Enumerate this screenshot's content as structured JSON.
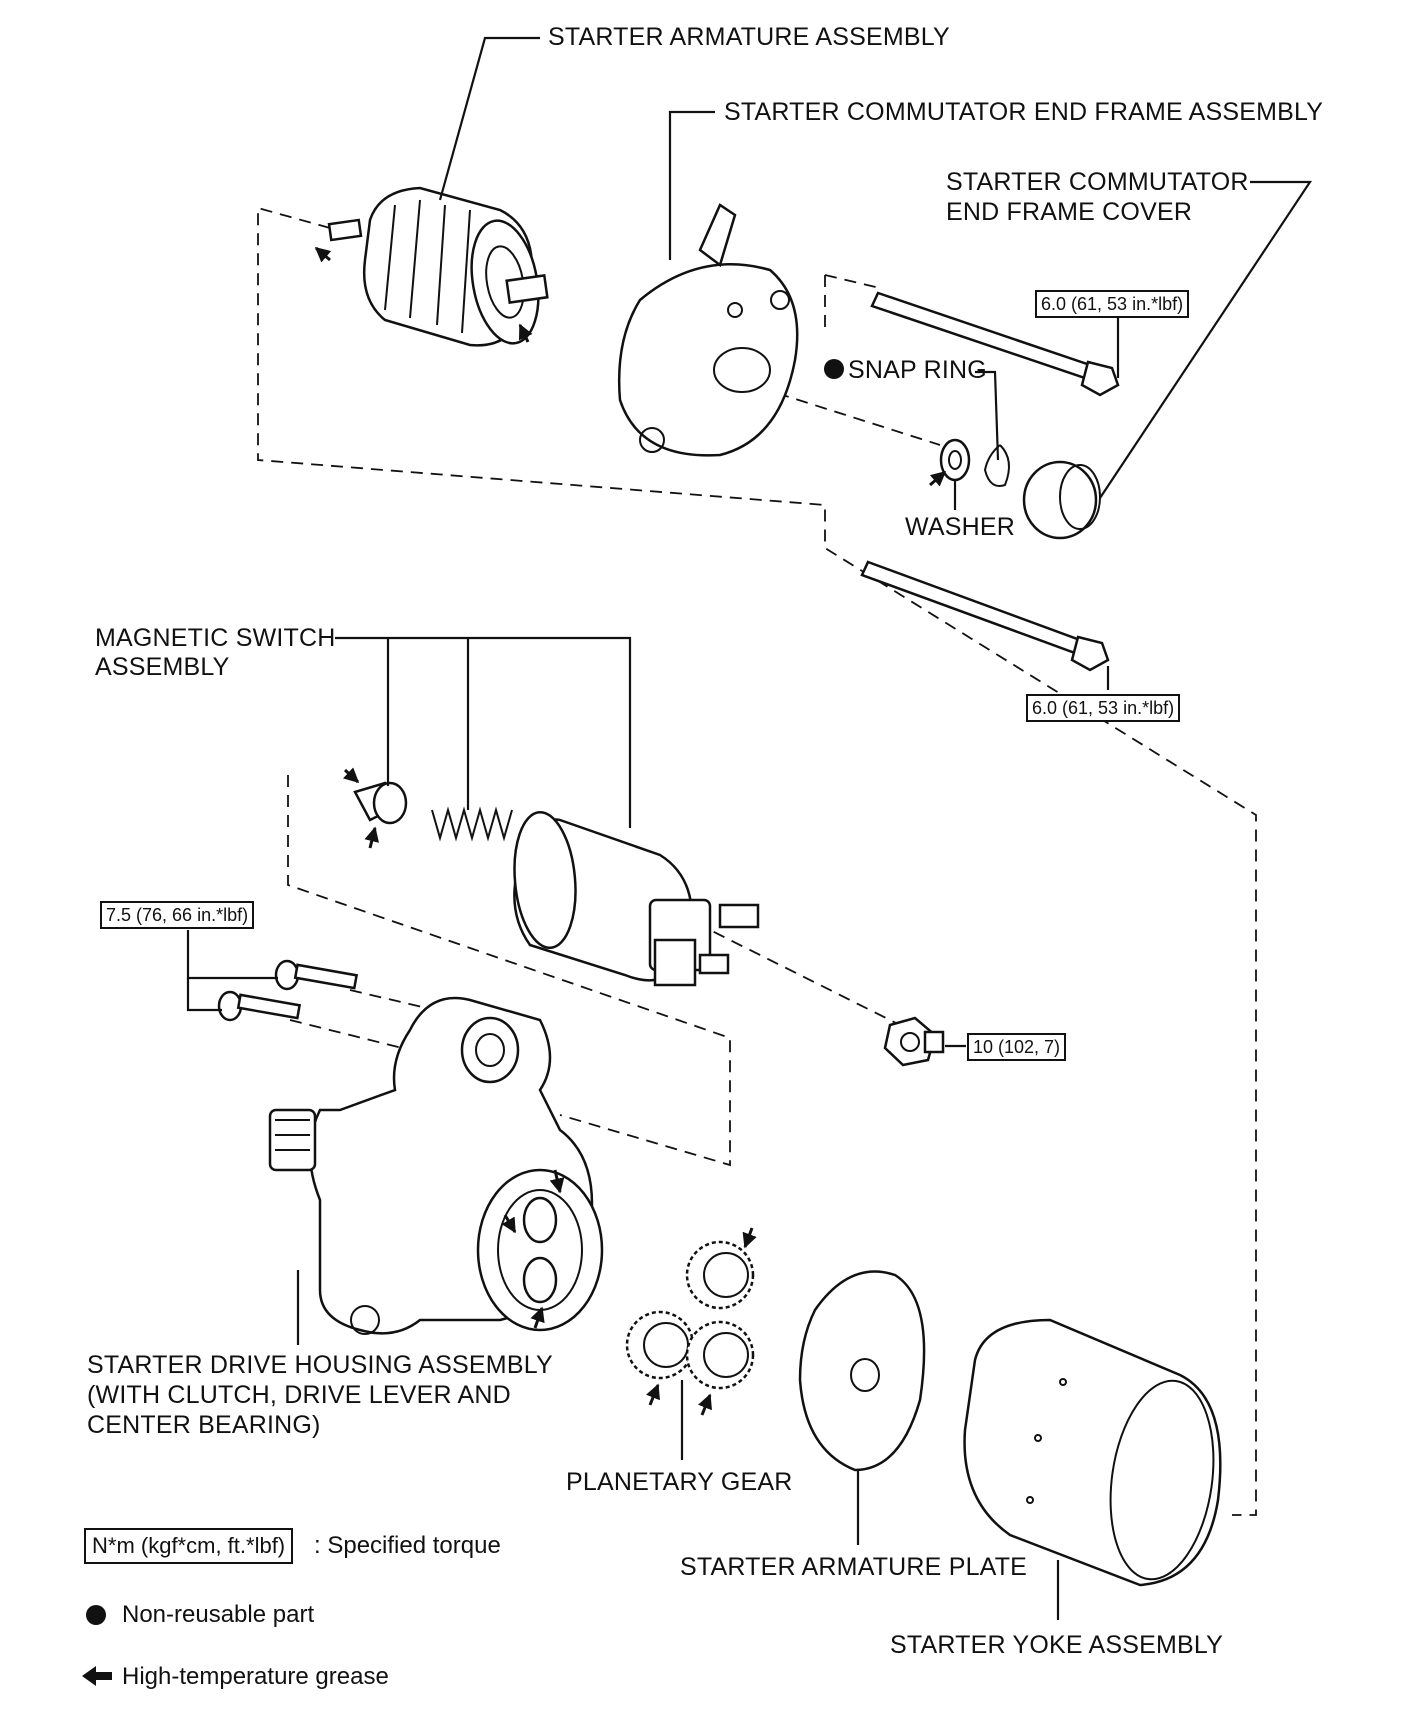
{
  "labels": {
    "armature": "STARTER ARMATURE ASSEMBLY",
    "end_frame": "STARTER COMMUTATOR END FRAME ASSEMBLY",
    "end_cover_1": "STARTER COMMUTATOR",
    "end_cover_2": "END FRAME COVER",
    "snap_ring": "SNAP RING",
    "washer": "WASHER",
    "magnetic_switch_1": "MAGNETIC SWITCH",
    "magnetic_switch_2": "ASSEMBLY",
    "drive_housing_1": "STARTER DRIVE HOUSING ASSEMBLY",
    "drive_housing_2": "(WITH CLUTCH, DRIVE LEVER AND",
    "drive_housing_3": "CENTER BEARING)",
    "planetary_gear": "PLANETARY GEAR",
    "armature_plate": "STARTER ARMATURE PLATE",
    "yoke": "STARTER YOKE ASSEMBLY"
  },
  "torques": {
    "upper_bolt": "6.0 (61, 53 in.*lbf)",
    "lower_bolt": "6.0 (61, 53 in.*lbf)",
    "housing_bolts": "7.5 (76, 66 in.*lbf)",
    "terminal_nut": "10 (102, 7)"
  },
  "legend": {
    "torque_box": "N*m (kgf*cm, ft.*lbf)",
    "torque_text": ": Specified torque",
    "nonreusable": "Non-reusable part",
    "grease": "High-temperature grease"
  },
  "icons": {
    "nonreusable": "filled-circle-icon",
    "grease": "arrow-left-icon"
  }
}
